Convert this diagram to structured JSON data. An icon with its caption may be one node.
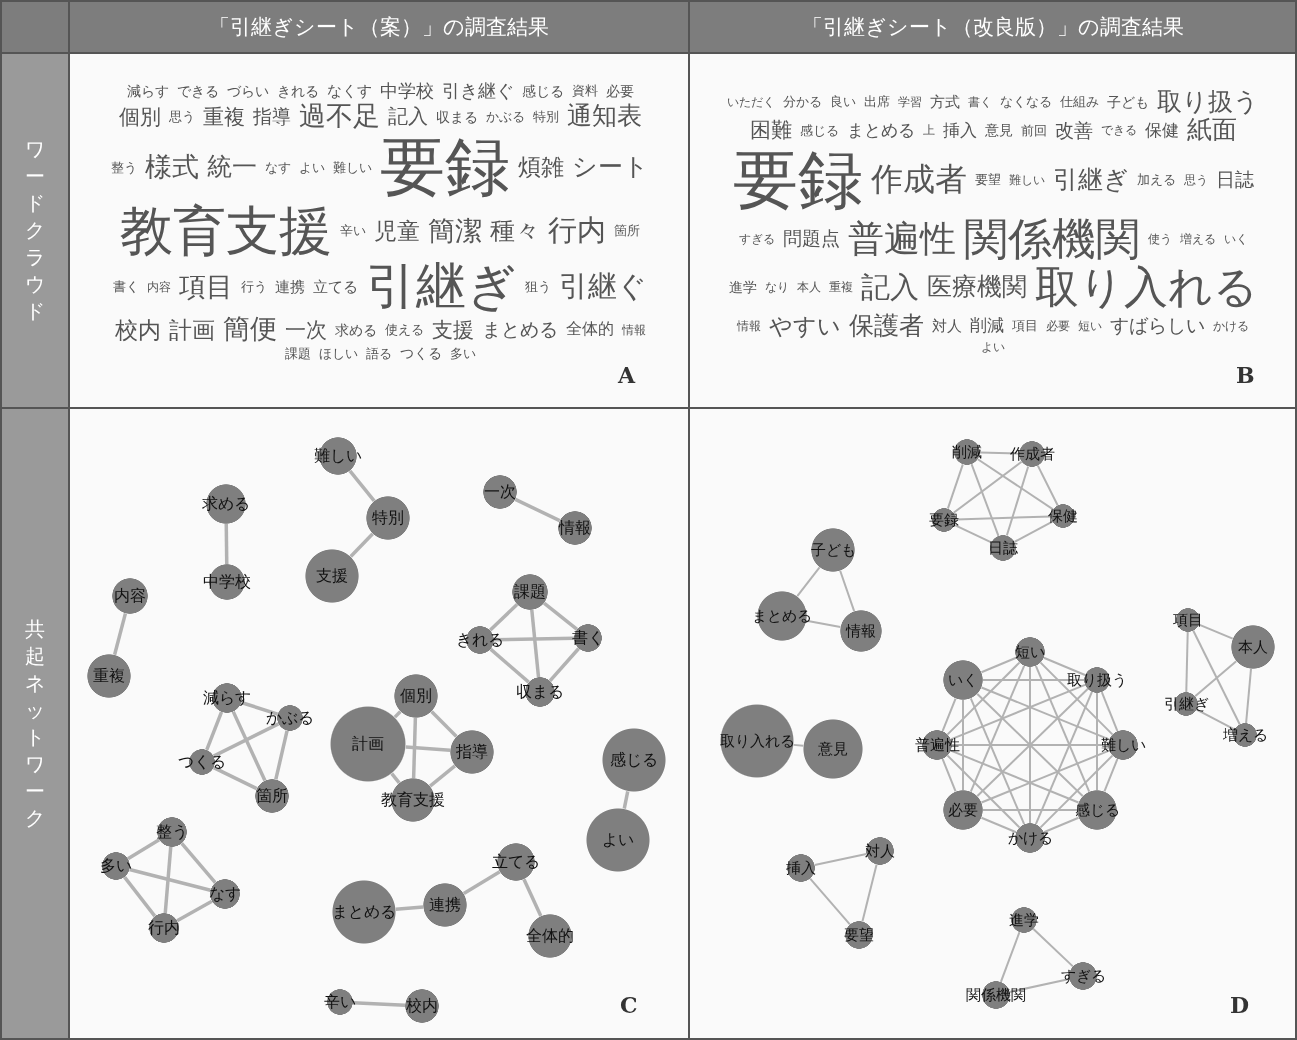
{
  "diagram": {
    "nodes": [
      {
        "text": [
          "難しい"
        ]
      },
      {
        "text": [
          "特別"
        ]
      },
      {
        "text": [
          "支援"
        ]
      },
      {
        "text": [
          "求める"
        ]
      },
      {
        "text": [
          "中学校"
        ]
      },
      {
        "text": [
          "一次"
        ]
      },
      {
        "text": [
          "情報"
        ]
      },
      {
        "text": [
          "内容"
        ]
      },
      {
        "text": [
          "重複"
        ]
      },
      {
        "text": [
          "課題"
        ]
      },
      {
        "text": [
          "きれる"
        ]
      },
      {
        "text": [
          "書く"
        ]
      },
      {
        "text": [
          "収まる"
        ]
      },
      {
        "text": [
          "減らす"
        ]
      },
      {
        "text": [
          "かぶる"
        ]
      },
      {
        "text": [
          "つくる"
        ]
      },
      {
        "text": [
          "箇所"
        ]
      },
      {
        "text": [
          "個別"
        ]
      },
      {
        "text": [
          "計画"
        ]
      },
      {
        "text": [
          "指導"
        ]
      },
      {
        "text": [
          "教育支援"
        ]
      },
      {
        "text": [
          "感じる"
        ]
      },
      {
        "text": [
          "よい"
        ]
      },
      {
        "text": [
          "整う"
        ]
      },
      {
        "text": [
          "多い"
        ]
      },
      {
        "text": [
          "なす"
        ]
      },
      {
        "text": [
          "行内"
        ]
      },
      {
        "text": [
          "まとめる"
        ]
      },
      {
        "text": [
          "連携"
        ]
      },
      {
        "text": [
          "立てる"
        ]
      },
      {
        "text": [
          "全体的"
        ]
      },
      {
        "text": [
          "辛い"
        ]
      },
      {
        "text": [
          "校内"
        ]
      },
      {
        "text": [
          "削減"
        ]
      },
      {
        "text": [
          "作成者"
        ]
      },
      {
        "text": [
          "要録"
        ]
      },
      {
        "text": [
          "保健"
        ]
      },
      {
        "text": [
          "日誌"
        ]
      },
      {
        "text": [
          "子ども"
        ]
      },
      {
        "text": [
          "まとめる"
        ]
      },
      {
        "text": [
          "情報"
        ]
      },
      {
        "text": [
          "項目"
        ]
      },
      {
        "text": [
          "本人"
        ]
      },
      {
        "text": [
          "引継ぎ"
        ]
      },
      {
        "text": [
          "増える"
        ]
      },
      {
        "text": [
          "取り入れる"
        ]
      },
      {
        "text": [
          "意見"
        ]
      },
      {
        "text": [
          "短い"
        ]
      },
      {
        "text": [
          "いく"
        ]
      },
      {
        "text": [
          "取り扱う"
        ]
      },
      {
        "text": [
          "普遍性"
        ]
      },
      {
        "text": [
          "必要"
        ]
      },
      {
        "text": [
          "難しい"
        ]
      },
      {
        "text": [
          "かける"
        ]
      },
      {
        "text": [
          "感じる"
        ]
      },
      {
        "text": [
          "挿入"
        ]
      },
      {
        "text": [
          "対人"
        ]
      },
      {
        "text": [
          "要望"
        ]
      },
      {
        "text": [
          "進学"
        ]
      },
      {
        "text": [
          "すぎる"
        ]
      },
      {
        "text": [
          "関係機関"
        ]
      }
    ],
    "edges": [
      {
        "from": 0,
        "to": 1,
        "arrow": "none"
      },
      {
        "from": 1,
        "to": 2,
        "arrow": "none"
      },
      {
        "from": 3,
        "to": 4,
        "arrow": "none"
      },
      {
        "from": 5,
        "to": 6,
        "arrow": "none"
      },
      {
        "from": 7,
        "to": 8,
        "arrow": "none"
      },
      {
        "from": 9,
        "to": 10,
        "arrow": "none"
      },
      {
        "from": 9,
        "to": 11,
        "arrow": "none"
      },
      {
        "from": 9,
        "to": 12,
        "arrow": "none"
      },
      {
        "from": 10,
        "to": 11,
        "arrow": "none"
      },
      {
        "from": 10,
        "to": 12,
        "arrow": "none"
      },
      {
        "from": 11,
        "to": 12,
        "arrow": "none"
      },
      {
        "from": 13,
        "to": 14,
        "arrow": "none"
      },
      {
        "from": 13,
        "to": 15,
        "arrow": "none"
      },
      {
        "from": 13,
        "to": 16,
        "arrow": "none"
      },
      {
        "from": 14,
        "to": 15,
        "arrow": "none"
      },
      {
        "from": 14,
        "to": 16,
        "arrow": "none"
      },
      {
        "from": 15,
        "to": 16,
        "arrow": "none"
      },
      {
        "from": 17,
        "to": 18,
        "arrow": "none"
      },
      {
        "from": 17,
        "to": 19,
        "arrow": "none"
      },
      {
        "from": 17,
        "to": 20,
        "arrow": "none"
      },
      {
        "from": 18,
        "to": 19,
        "arrow": "none"
      },
      {
        "from": 18,
        "to": 20,
        "arrow": "none"
      },
      {
        "from": 19,
        "to": 20,
        "arrow": "none"
      },
      {
        "from": 21,
        "to": 22,
        "arrow": "none"
      },
      {
        "from": 23,
        "to": 24,
        "arrow": "none"
      },
      {
        "from": 23,
        "to": 25,
        "arrow": "none"
      },
      {
        "from": 23,
        "to": 26,
        "arrow": "none"
      },
      {
        "from": 24,
        "to": 25,
        "arrow": "none"
      },
      {
        "from": 24,
        "to": 26,
        "arrow": "none"
      },
      {
        "from": 25,
        "to": 26,
        "arrow": "none"
      },
      {
        "from": 27,
        "to": 28,
        "arrow": "none"
      },
      {
        "from": 28,
        "to": 29,
        "arrow": "none"
      },
      {
        "from": 29,
        "to": 30,
        "arrow": "none"
      },
      {
        "from": 31,
        "to": 32,
        "arrow": "none"
      },
      {
        "from": 33,
        "to": 34,
        "arrow": "none"
      },
      {
        "from": 33,
        "to": 35,
        "arrow": "none"
      },
      {
        "from": 33,
        "to": 36,
        "arrow": "none"
      },
      {
        "from": 33,
        "to": 37,
        "arrow": "none"
      },
      {
        "from": 34,
        "to": 35,
        "arrow": "none"
      },
      {
        "from": 34,
        "to": 36,
        "arrow": "none"
      },
      {
        "from": 34,
        "to": 37,
        "arrow": "none"
      },
      {
        "from": 35,
        "to": 36,
        "arrow": "none"
      },
      {
        "from": 35,
        "to": 37,
        "arrow": "none"
      },
      {
        "from": 36,
        "to": 37,
        "arrow": "none"
      },
      {
        "from": 38,
        "to": 39,
        "arrow": "none"
      },
      {
        "from": 38,
        "to": 40,
        "arrow": "none"
      },
      {
        "from": 39,
        "to": 40,
        "arrow": "none"
      },
      {
        "from": 41,
        "to": 42,
        "arrow": "none"
      },
      {
        "from": 41,
        "to": 43,
        "arrow": "none"
      },
      {
        "from": 41,
        "to": 44,
        "arrow": "none"
      },
      {
        "from": 42,
        "to": 43,
        "arrow": "none"
      },
      {
        "from": 42,
        "to": 44,
        "arrow": "none"
      },
      {
        "from": 43,
        "to": 44,
        "arrow": "none"
      },
      {
        "from": 45,
        "to": 46,
        "arrow": "none"
      },
      {
        "from": 47,
        "to": 48,
        "arrow": "none"
      },
      {
        "from": 47,
        "to": 49,
        "arrow": "none"
      },
      {
        "from": 47,
        "to": 50,
        "arrow": "none"
      },
      {
        "from": 47,
        "to": 51,
        "arrow": "none"
      },
      {
        "from": 47,
        "to": 52,
        "arrow": "none"
      },
      {
        "from": 47,
        "to": 53,
        "arrow": "none"
      },
      {
        "from": 47,
        "to": 54,
        "arrow": "none"
      },
      {
        "from": 48,
        "to": 49,
        "arrow": "none"
      },
      {
        "from": 48,
        "to": 50,
        "arrow": "none"
      },
      {
        "from": 48,
        "to": 51,
        "arrow": "none"
      },
      {
        "from": 48,
        "to": 52,
        "arrow": "none"
      },
      {
        "from": 48,
        "to": 53,
        "arrow": "none"
      },
      {
        "from": 48,
        "to": 54,
        "arrow": "none"
      },
      {
        "from": 49,
        "to": 50,
        "arrow": "none"
      },
      {
        "from": 49,
        "to": 51,
        "arrow": "none"
      },
      {
        "from": 49,
        "to": 52,
        "arrow": "none"
      },
      {
        "from": 49,
        "to": 53,
        "arrow": "none"
      },
      {
        "from": 49,
        "to": 54,
        "arrow": "none"
      },
      {
        "from": 50,
        "to": 51,
        "arrow": "none"
      },
      {
        "from": 50,
        "to": 52,
        "arrow": "none"
      },
      {
        "from": 50,
        "to": 53,
        "arrow": "none"
      },
      {
        "from": 50,
        "to": 54,
        "arrow": "none"
      },
      {
        "from": 51,
        "to": 52,
        "arrow": "none"
      },
      {
        "from": 51,
        "to": 53,
        "arrow": "none"
      },
      {
        "from": 51,
        "to": 54,
        "arrow": "none"
      },
      {
        "from": 52,
        "to": 53,
        "arrow": "none"
      },
      {
        "from": 52,
        "to": 54,
        "arrow": "none"
      },
      {
        "from": 53,
        "to": 54,
        "arrow": "none"
      },
      {
        "from": 55,
        "to": 56,
        "arrow": "none"
      },
      {
        "from": 55,
        "to": 57,
        "arrow": "none"
      },
      {
        "from": 56,
        "to": 57,
        "arrow": "none"
      },
      {
        "from": 58,
        "to": 59,
        "arrow": "none"
      },
      {
        "from": 58,
        "to": 60,
        "arrow": "none"
      },
      {
        "from": 59,
        "to": 60,
        "arrow": "none"
      }
    ],
    "labels": [
      "「引継ぎシート（案）」の調査結果",
      "「引継ぎシート（改良版）」の調査結果",
      "ワードクラウド",
      "減らす",
      "できる",
      "づらい",
      "きれる",
      "なくす",
      "中学校",
      "引き継ぐ",
      "感じる",
      "資料",
      "必要",
      "個別",
      "思う",
      "重複",
      "指導",
      "過不足",
      "記入",
      "収まる",
      "かぶる",
      "特別",
      "通知表",
      "整う",
      "様式",
      "統一",
      "なす",
      "よい",
      "難しい",
      "要録",
      "煩雑",
      "シート",
      "教育支援",
      "辛い",
      "児童",
      "簡潔",
      "種々",
      "行内",
      "箇所",
      "書く",
      "内容",
      "項目",
      "行う",
      "連携",
      "立てる",
      "引継ぎ",
      "狙う",
      "引継ぐ",
      "校内",
      "計画",
      "簡便",
      "一次",
      "求める",
      "使える",
      "支援",
      "まとめる",
      "全体的",
      "情報",
      "課題",
      "ほしい",
      "語る",
      "つくる",
      "多い",
      "A",
      "いただく",
      "分かる",
      "良い",
      "出席",
      "学習",
      "方式",
      "書く",
      "なくなる",
      "仕組み",
      "子ども",
      "取り扱う",
      "困難",
      "感じる",
      "まとめる",
      "上",
      "挿入",
      "意見",
      "前回",
      "改善",
      "できる",
      "保健",
      "紙面",
      "要録",
      "作成者",
      "要望",
      "難しい",
      "引継ぎ",
      "加える",
      "思う",
      "日誌",
      "すぎる",
      "問題点",
      "普遍性",
      "関係機関",
      "使う",
      "増える",
      "いく",
      "進学",
      "なり",
      "本人",
      "重複",
      "記入",
      "医療機関",
      "取り入れる",
      "情報",
      "やすい",
      "保護者",
      "対人",
      "削減",
      "項目",
      "必要",
      "短い",
      "すばらしい",
      "かける",
      "よい",
      "B",
      "共起ネットワーク",
      "C",
      "D"
    ]
  }
}
